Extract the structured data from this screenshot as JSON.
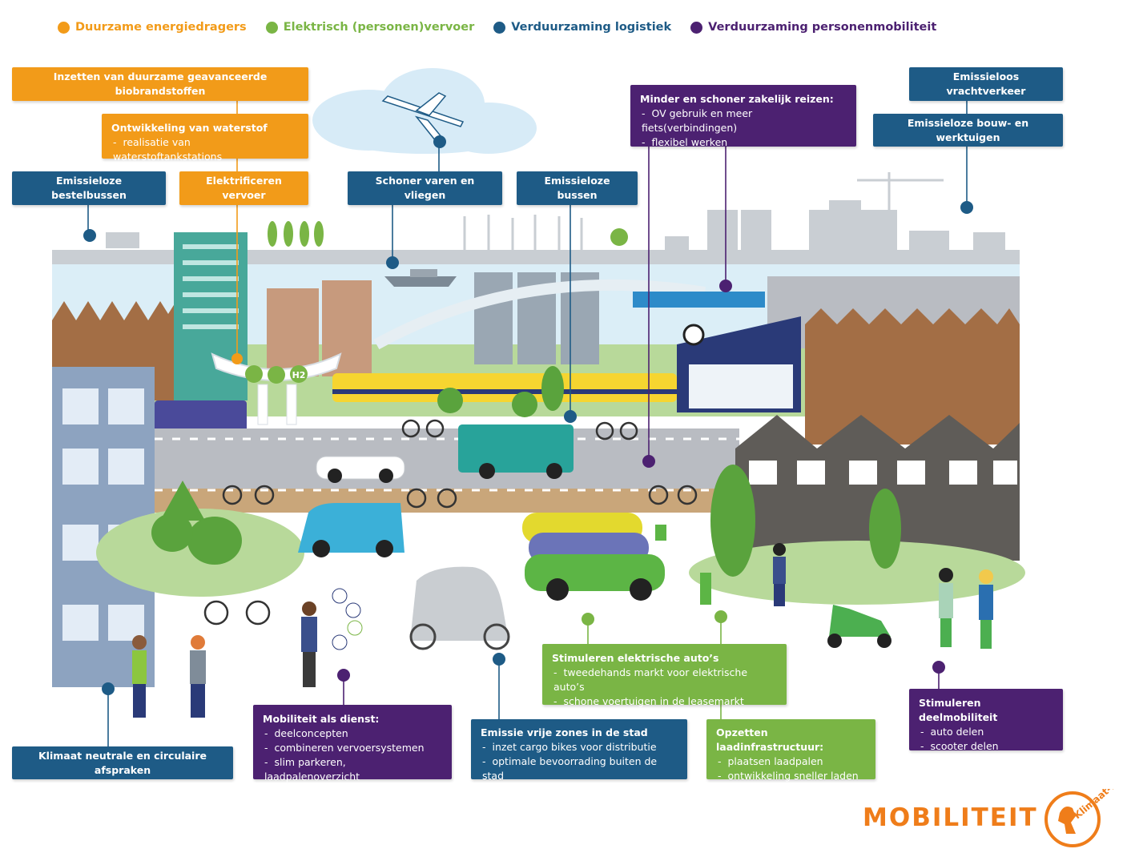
{
  "legend": [
    {
      "label": "Duurzame energiedragers",
      "color": "#f29b19"
    },
    {
      "label": "Elektrisch (personen)vervoer",
      "color": "#7ab545"
    },
    {
      "label": "Verduurzaming logistiek",
      "color": "#1e5b86"
    },
    {
      "label": "Verduurzaming personenmobiliteit",
      "color": "#4c2171"
    }
  ],
  "labels": {
    "biobrandstoffen": {
      "title": "Inzetten van duurzame geavanceerde biobrandstoffen"
    },
    "waterstof": {
      "title": "Ontwikkeling van waterstof",
      "items": [
        "realisatie van waterstoftankstations"
      ]
    },
    "bestelbussen": {
      "title": "Emissieloze bestelbussen"
    },
    "elektrificeren": {
      "title": "Elektrificeren vervoer"
    },
    "varen": {
      "title": "Schoner varen en vliegen"
    },
    "bussen": {
      "title": "Emissieloze bussen"
    },
    "zakelijk": {
      "title": "Minder en schoner zakelijk reizen:",
      "items": [
        "OV gebruik en meer fiets(verbindingen)",
        "flexibel werken"
      ]
    },
    "vracht": {
      "title": "Emissieloos vrachtverkeer"
    },
    "bouw": {
      "title": "Emissieloze bouw- en werktuigen"
    },
    "autos": {
      "title": "Stimuleren elektrische auto’s",
      "items": [
        "tweedehands markt voor elektrische auto’s",
        "schone voertuigen in de leasemarkt"
      ]
    },
    "dienst": {
      "title": "Mobiliteit als dienst:",
      "items": [
        "deelconcepten",
        "combineren vervoersystemen",
        "slim parkeren, laadpalenoverzicht"
      ]
    },
    "zones": {
      "title": "Emissie vrije zones in de stad",
      "items": [
        "inzet cargo bikes voor distributie",
        "optimale bevoorrading buiten de stad"
      ]
    },
    "laad": {
      "title": "Opzetten laadinfrastructuur:",
      "items": [
        "plaatsen laadpalen",
        "ontwikkeling sneller laden"
      ]
    },
    "deel": {
      "title": "Stimuleren deelmobiliteit",
      "items": [
        "auto delen",
        "scooter delen"
      ]
    },
    "klimaat": {
      "title": "Klimaat neutrale en circulaire afspraken"
    }
  },
  "scene_text": {
    "h2": "H2"
  },
  "footer": {
    "title": "MOBILITEIT",
    "logo_text": "Klimaat-akkoord"
  }
}
